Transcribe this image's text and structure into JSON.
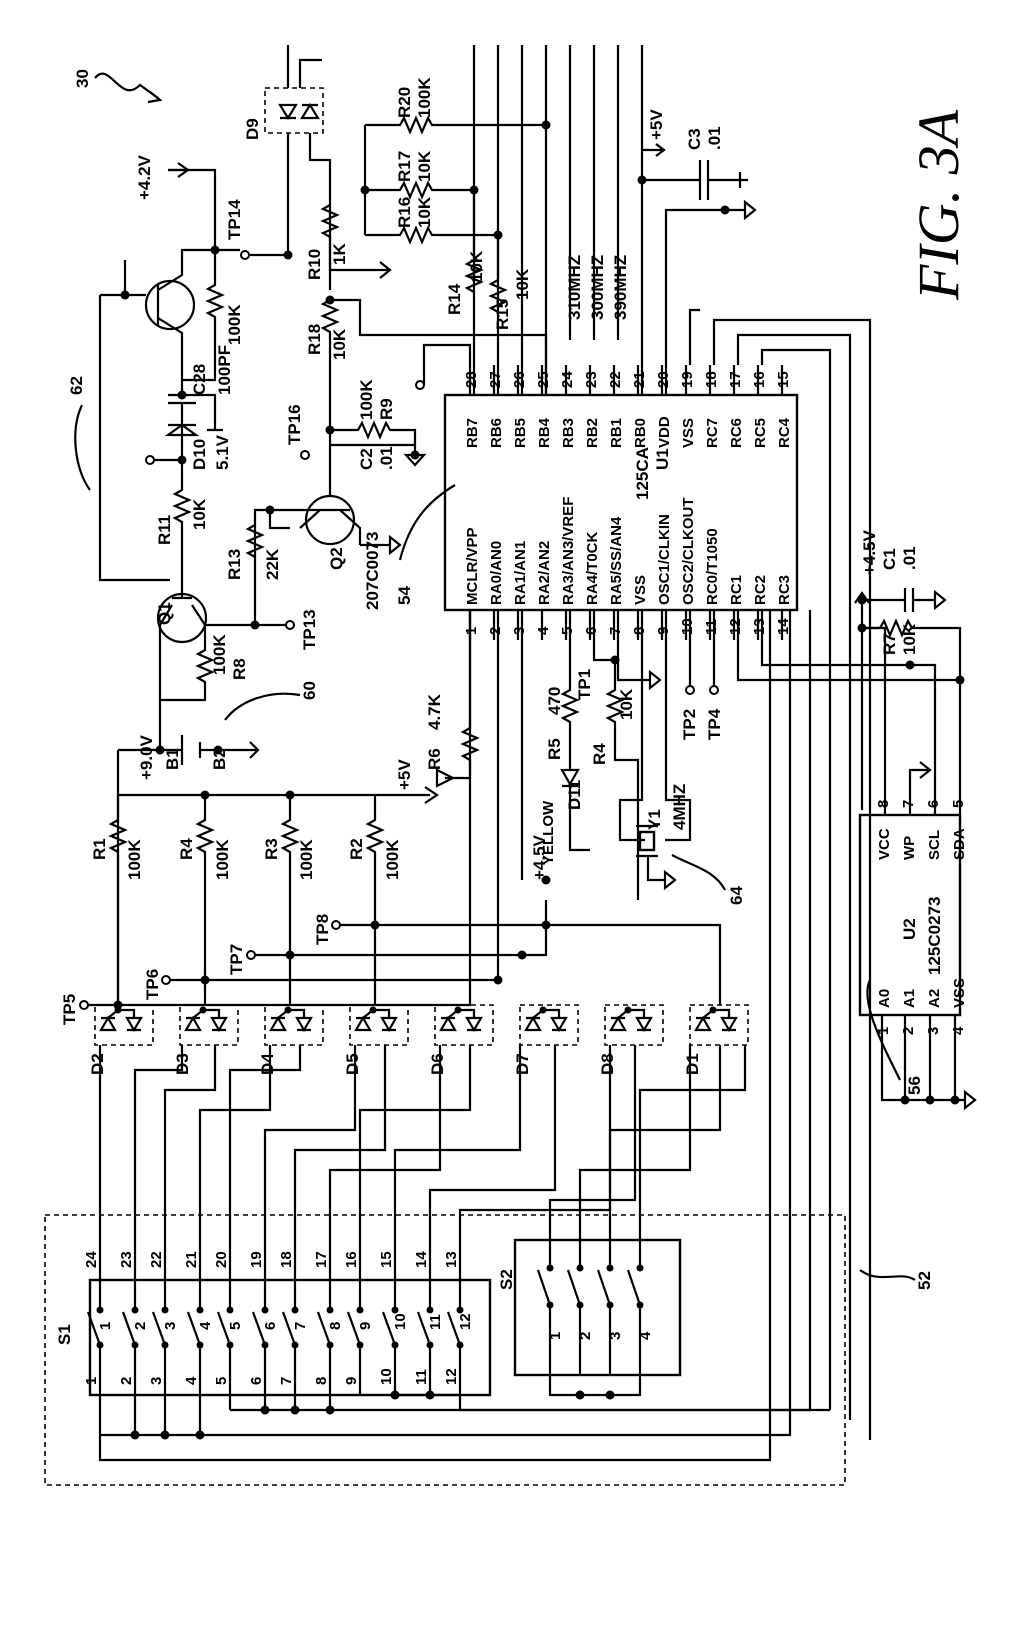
{
  "figure": {
    "title": "FIG. 3A",
    "ref_30": "30",
    "ref_62": "62",
    "ref_60": "60",
    "ref_54": "54",
    "ref_52": "52",
    "ref_56": "56",
    "ref_64": "64"
  },
  "chip_u1": {
    "name": "U1",
    "part": "125CA",
    "left_pins": [
      {
        "num": "1",
        "name": "MCLR/VPP"
      },
      {
        "num": "2",
        "name": "RA0/AN0"
      },
      {
        "num": "3",
        "name": "RA1/AN1"
      },
      {
        "num": "4",
        "name": "RA2/AN2"
      },
      {
        "num": "5",
        "name": "RA3/AN3/VREF"
      },
      {
        "num": "6",
        "name": "RA4/T0CK"
      },
      {
        "num": "7",
        "name": "RA5/SS/AN4"
      },
      {
        "num": "8",
        "name": "VSS"
      },
      {
        "num": "9",
        "name": "OSC1/CLKIN"
      },
      {
        "num": "10",
        "name": "OSC2/CLKOUT"
      },
      {
        "num": "11",
        "name": "RC0/T1050"
      },
      {
        "num": "12",
        "name": "RC1"
      },
      {
        "num": "13",
        "name": "RC2"
      },
      {
        "num": "14",
        "name": "RC3"
      }
    ],
    "right_pins": [
      {
        "num": "28",
        "name": "RB7"
      },
      {
        "num": "27",
        "name": "RB6"
      },
      {
        "num": "26",
        "name": "RB5"
      },
      {
        "num": "25",
        "name": "RB4"
      },
      {
        "num": "24",
        "name": "RB3"
      },
      {
        "num": "23",
        "name": "RB2"
      },
      {
        "num": "22",
        "name": "RB1"
      },
      {
        "num": "21",
        "name": "RB0"
      },
      {
        "num": "20",
        "name": "VDD"
      },
      {
        "num": "19",
        "name": "VSS"
      },
      {
        "num": "18",
        "name": "RC7"
      },
      {
        "num": "17",
        "name": "RC6"
      },
      {
        "num": "16",
        "name": "RC5"
      },
      {
        "num": "15",
        "name": "RC4"
      }
    ]
  },
  "chip_u2": {
    "name": "U2",
    "part": "125C0273",
    "left_pins": [
      {
        "num": "1",
        "name": "A0"
      },
      {
        "num": "2",
        "name": "A1"
      },
      {
        "num": "3",
        "name": "A2"
      },
      {
        "num": "4",
        "name": "VSS"
      }
    ],
    "right_pins": [
      {
        "num": "8",
        "name": "VCC"
      },
      {
        "num": "7",
        "name": "WP"
      },
      {
        "num": "6",
        "name": "SCL"
      },
      {
        "num": "5",
        "name": "SDA"
      }
    ]
  },
  "freqs": [
    "310MHZ",
    "300MHZ",
    "390MHZ"
  ],
  "rails": {
    "v42": "+4.2V",
    "v5a": "+5V",
    "v5b": "+5V",
    "v45a": "+4.5V",
    "v45b": "+4.5V",
    "v9": "+9.0V"
  },
  "components": {
    "q1": "Q1",
    "q2": "Q2",
    "q2_part": "207C0073",
    "r11": "R11",
    "r11v": "10K",
    "r13": "R13",
    "r13v": "22K",
    "r8": "R8",
    "r8v": "100K",
    "d10": "D10",
    "d10v": "5.1V",
    "c28": "C28",
    "c28v": "100PF",
    "r_q": "100K",
    "tp14": "TP14",
    "tp16": "TP16",
    "tp13": "TP13",
    "r10": "R10",
    "r10v": "1K",
    "r18": "R18",
    "r18v": "10K",
    "r9": "R9",
    "r9v": "100K",
    "c2": "C2",
    "c2v": ".01",
    "r14": "R14",
    "r14v": "10K",
    "r15": "R15",
    "r15v": "10K",
    "r16": "R16",
    "r16v": "10K",
    "r17": "R17",
    "r17v": "10K",
    "r20": "R20",
    "r20v": "100K",
    "d9": "D9",
    "c3": "C3",
    "c3v": ".01",
    "b1": "B1",
    "b2": "B2",
    "r6": "R6",
    "r6v": "4.7K",
    "r5": "R5",
    "r5v": "470",
    "r4b": "R4",
    "r4bv": "10K",
    "tp1": "TP1",
    "d11": "D11",
    "d11c": "YELLOW",
    "y1": "Y1",
    "y1v": "4MHZ",
    "tp2": "TP2",
    "tp4": "TP4",
    "r7": "R7",
    "r7v": "10K",
    "c1": "C1",
    "c1v": ".01",
    "r1": "R1",
    "r1v": "100K",
    "r4": "R4",
    "r4v": "100K",
    "r3": "R3",
    "r3v": "100K",
    "r2": "R2",
    "r2v": "100K",
    "tp5": "TP5",
    "tp6": "TP6",
    "tp7": "TP7",
    "tp8": "TP8",
    "d2": "D2",
    "d3": "D3",
    "d4": "D4",
    "d5": "D5",
    "d6": "D6",
    "d7": "D7",
    "d8": "D8",
    "d1": "D1",
    "s1": "S1",
    "s2": "S2"
  },
  "s1_bottom_pins": [
    "1",
    "2",
    "3",
    "4",
    "5",
    "6",
    "7",
    "8",
    "9",
    "10",
    "11",
    "12"
  ],
  "s1_switch_nums": [
    "1",
    "2",
    "3",
    "4",
    "5",
    "6",
    "7",
    "8",
    "9",
    "10",
    "11",
    "12"
  ],
  "s1_top_pins": [
    "24",
    "23",
    "22",
    "21",
    "20",
    "19",
    "18",
    "17",
    "16",
    "15",
    "14",
    "13"
  ],
  "s2_pins": [
    "1",
    "2",
    "3",
    "4"
  ]
}
